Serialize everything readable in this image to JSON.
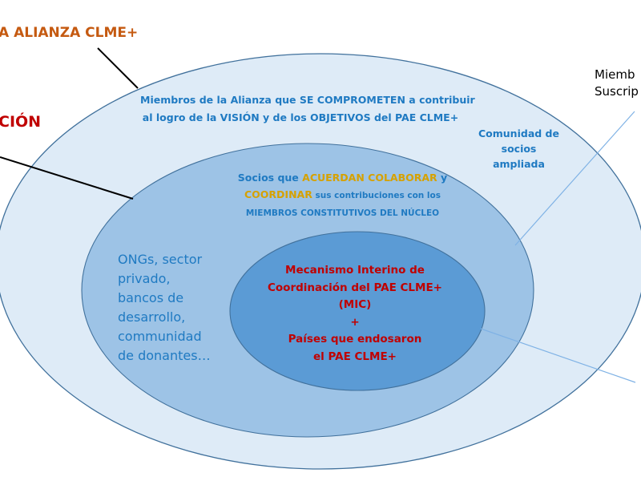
{
  "colors": {
    "outer_fill": "#deebf7",
    "middle_fill": "#9dc3e6",
    "inner_fill": "#5b9bd5",
    "ellipse_stroke": "#41719c",
    "callout_black": "#000000",
    "callout_blue": "#7fb2e5",
    "alliance_label": "#c55a11",
    "action_label": "#c00000",
    "body_blue": "#1f7ac2",
    "accent_gold": "#d6a100",
    "core_red": "#c00000"
  },
  "labels": {
    "alliance": "A ALIANZA CLME+",
    "action": "CIÓN",
    "members_line1": "Miemb",
    "members_line2": "Suscrip"
  },
  "outer_ring": {
    "line1": "Miembros de la Alianza que SE COMPROMETEN a contribuir",
    "line2": "al logro de la VISIÓN y de los OBJETIVOS del PAE CLME+",
    "community": [
      "Comunidad de",
      "socios",
      "ampliada"
    ]
  },
  "middle_ring": {
    "seg1": "Socios que ",
    "seg2": "ACUERDAN COLABORAR",
    "seg3": " y",
    "seg4": "COORDINAR",
    "seg5": " sus contribuciones con los",
    "seg6": "MIEMBROS CONSTITUTIVOS DEL NÚCLEO",
    "examples": [
      "ONGs, sector",
      "privado,",
      "bancos de",
      "desarrollo,",
      "communidad",
      "de donantes…"
    ]
  },
  "inner_core": {
    "lines": [
      "Mecanismo Interino de",
      "Coordinación del PAE CLME+",
      "(MIC)",
      "+",
      "Países que endosaron",
      "el PAE CLME+"
    ]
  }
}
